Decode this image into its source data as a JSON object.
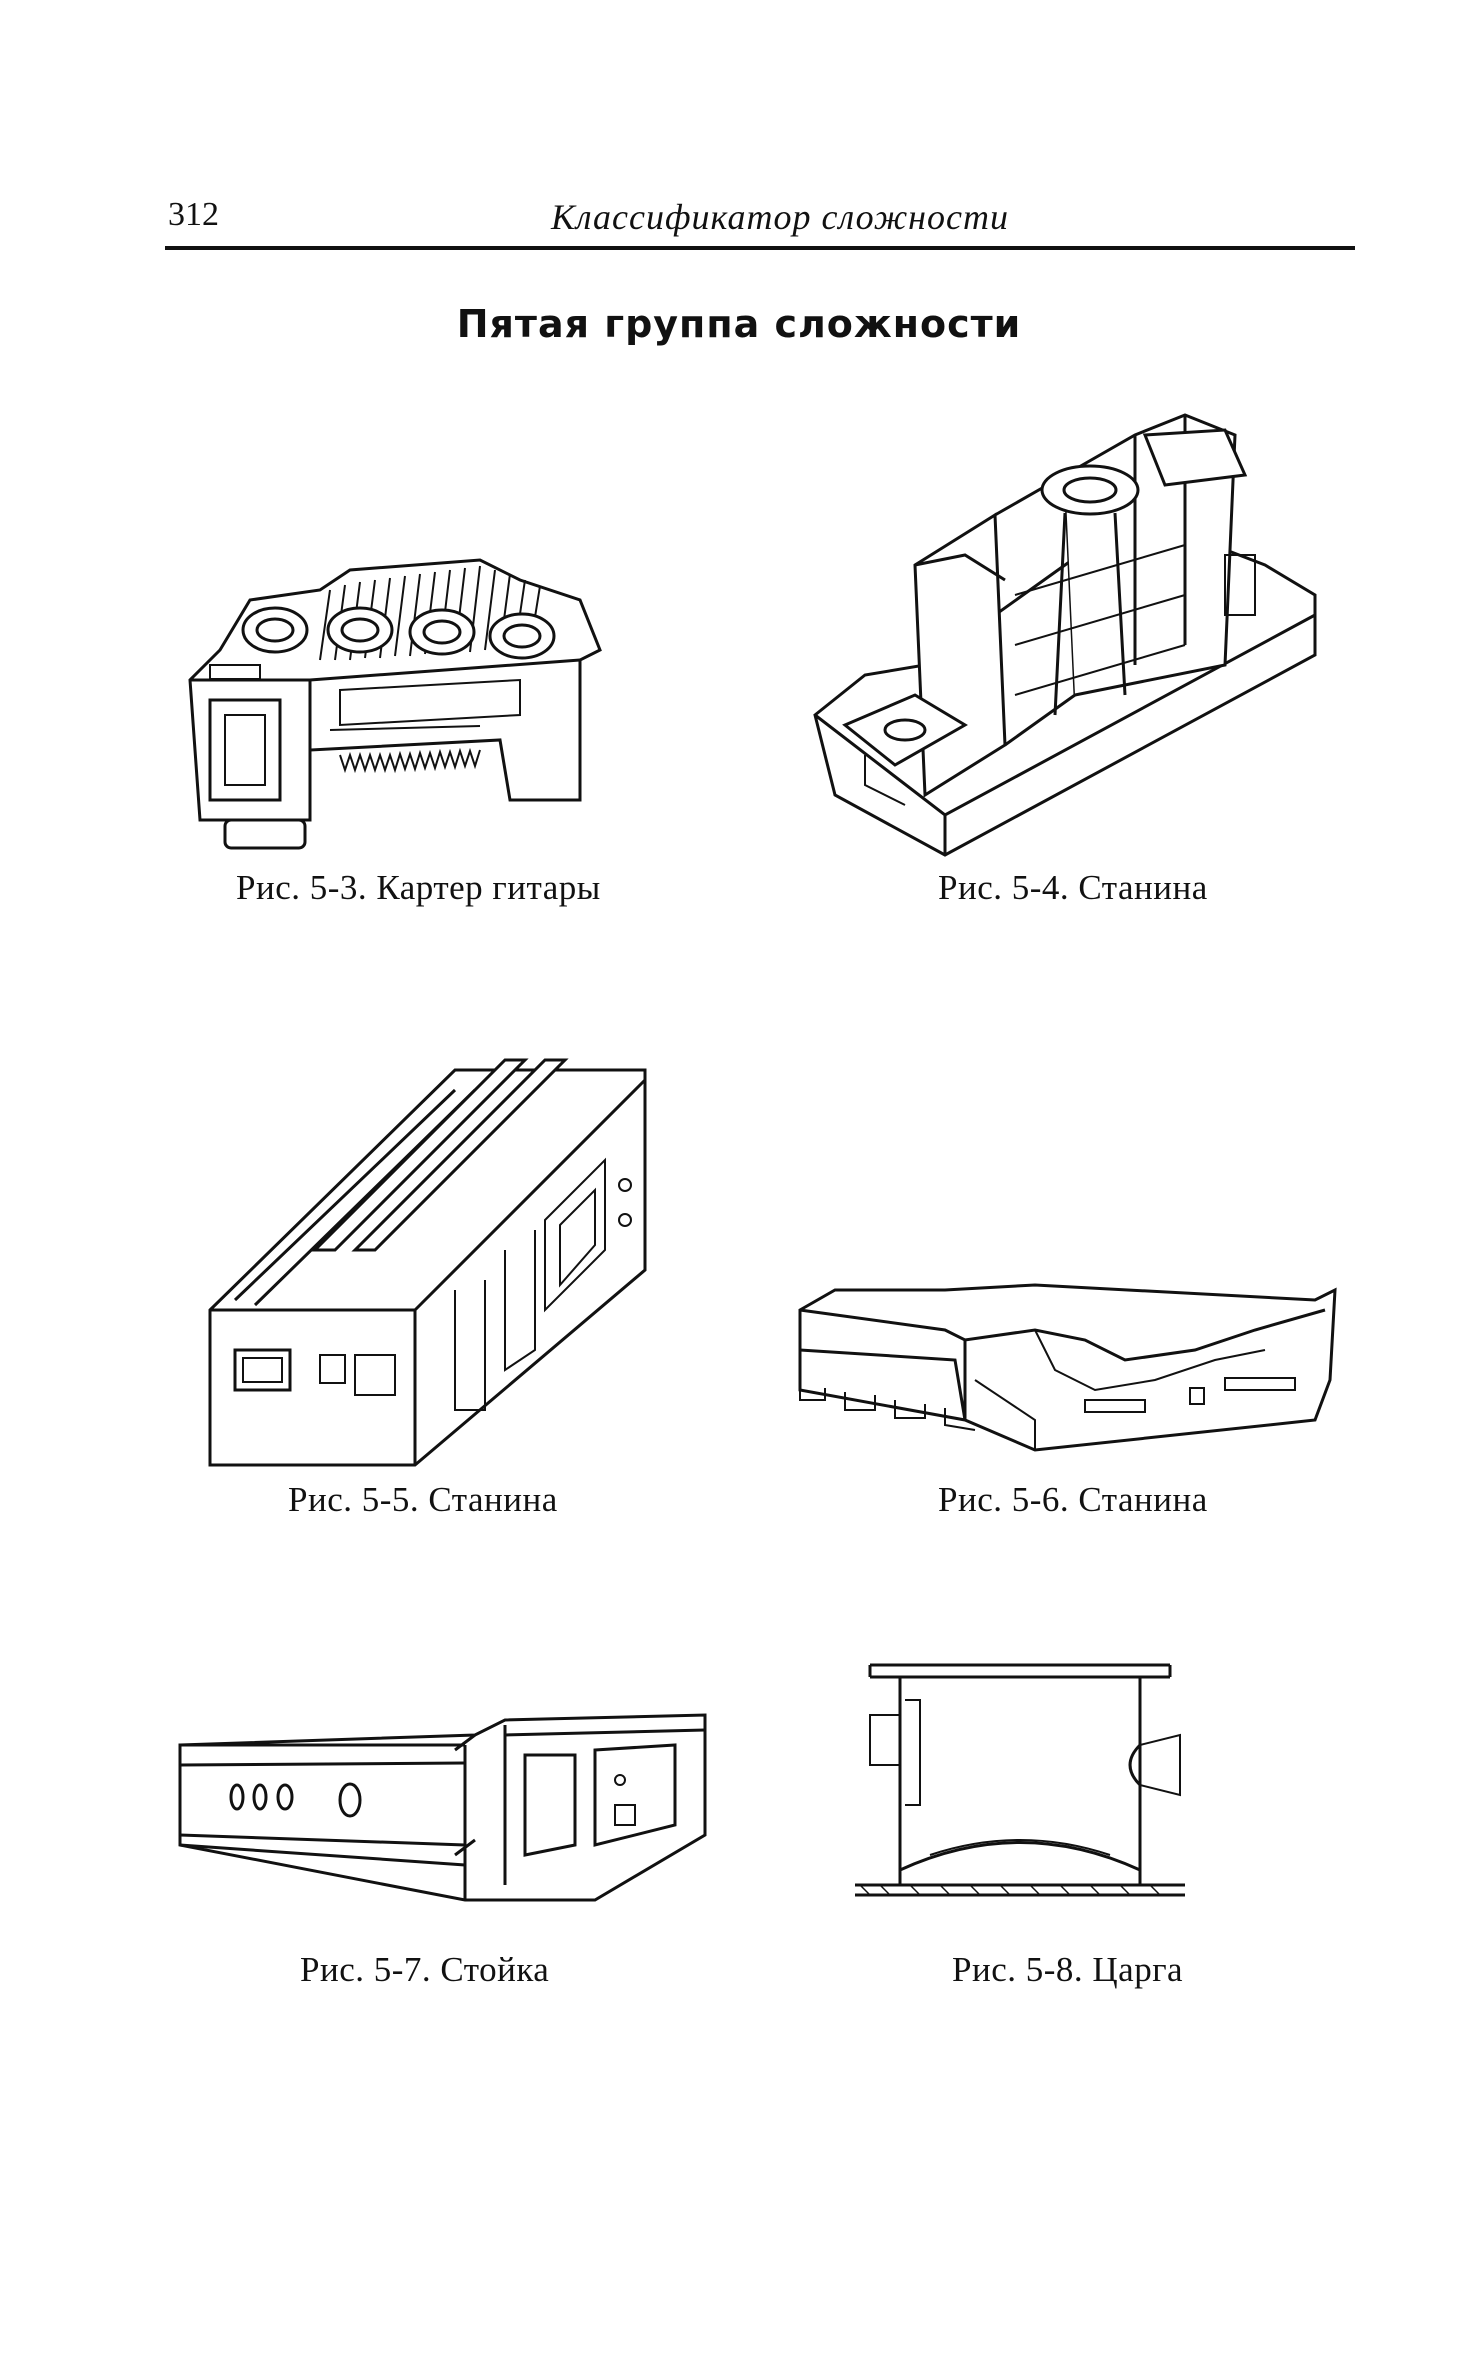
{
  "header": {
    "page_number": "312",
    "running_title": "Классификатор сложности"
  },
  "section_title": "Пятая группа сложности",
  "figures": [
    {
      "caption": "Рис. 5-3. Картер гитары",
      "icon": "guitar-housing-drawing"
    },
    {
      "caption": "Рис. 5-4. Станина",
      "icon": "bed-frame-drawing"
    },
    {
      "caption": "Рис. 5-5. Станина",
      "icon": "bed-frame-drawing"
    },
    {
      "caption": "Рис. 5-6. Станина",
      "icon": "bed-frame-drawing"
    },
    {
      "caption": "Рис. 5-7. Стойка",
      "icon": "column-drawing"
    },
    {
      "caption": "Рис. 5-8. Царга",
      "icon": "frame-drawing"
    }
  ]
}
